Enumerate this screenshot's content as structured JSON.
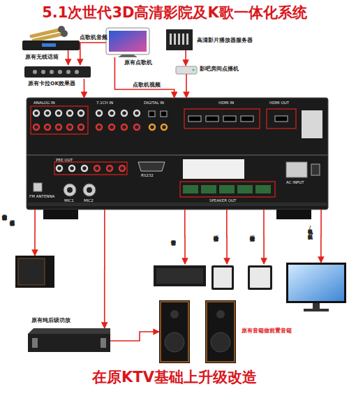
{
  "diagram": {
    "title": "5.1次世代3D高清影院及K歌一体化系统",
    "caption": "在原KTV基础上升级改造",
    "nodes": [
      {
        "text": [
          "原有无线话筒"
        ]
      },
      {
        "text": [
          "原有点歌机"
        ]
      },
      {
        "text": [
          "高清影片播放器服务器"
        ]
      },
      {
        "text": [
          "原有卡拉OK效果器"
        ]
      },
      {
        "text": [
          "影吧房间点播机"
        ]
      },
      {
        "text": [
          "ANALOG IN",
          "7.1CH IN",
          "DIGITAL IN",
          "HDMI IN",
          "HDMI OUT",
          "PRE OUT",
          "RS232",
          "MIC1",
          "MIC2",
          "FM ANTENNA",
          "SPEAKER OUT",
          "AC INPUT"
        ]
      },
      {
        "text": [
          "原有源低音箱"
        ]
      },
      {
        "text": [
          "中置音箱"
        ]
      },
      {
        "text": [
          "右后环绕音箱"
        ]
      },
      {
        "text": [
          "左后环绕音箱"
        ]
      },
      {
        "text": [
          "电视机/投影机"
        ]
      },
      {
        "text": [
          "原有纯后级功放"
        ]
      },
      {
        "text": [
          "原有音箱做前置音箱"
        ]
      }
    ],
    "edges": [
      {
        "from": 0,
        "to": 3,
        "arrow": "to"
      },
      {
        "from": 1,
        "to": 3,
        "label": "点歌机音频",
        "arrow": "to"
      },
      {
        "from": 1,
        "to": 5,
        "label": "点歌机视频",
        "arrow": "to"
      },
      {
        "from": 2,
        "to": 4,
        "arrow": "to"
      },
      {
        "from": 4,
        "to": 5,
        "arrow": "to"
      },
      {
        "from": 3,
        "to": 5,
        "arrow": "to"
      },
      {
        "from": 5,
        "to": 6,
        "label": "超重低音箱信号输出",
        "arrow": "to"
      },
      {
        "from": 5,
        "to": 7,
        "arrow": "to"
      },
      {
        "from": 5,
        "to": 8,
        "arrow": "to"
      },
      {
        "from": 5,
        "to": 9,
        "arrow": "to"
      },
      {
        "from": 5,
        "to": 10,
        "arrow": "to"
      },
      {
        "from": 5,
        "to": 11,
        "arrow": "to"
      },
      {
        "from": 11,
        "to": 12,
        "arrow": "to"
      }
    ]
  }
}
